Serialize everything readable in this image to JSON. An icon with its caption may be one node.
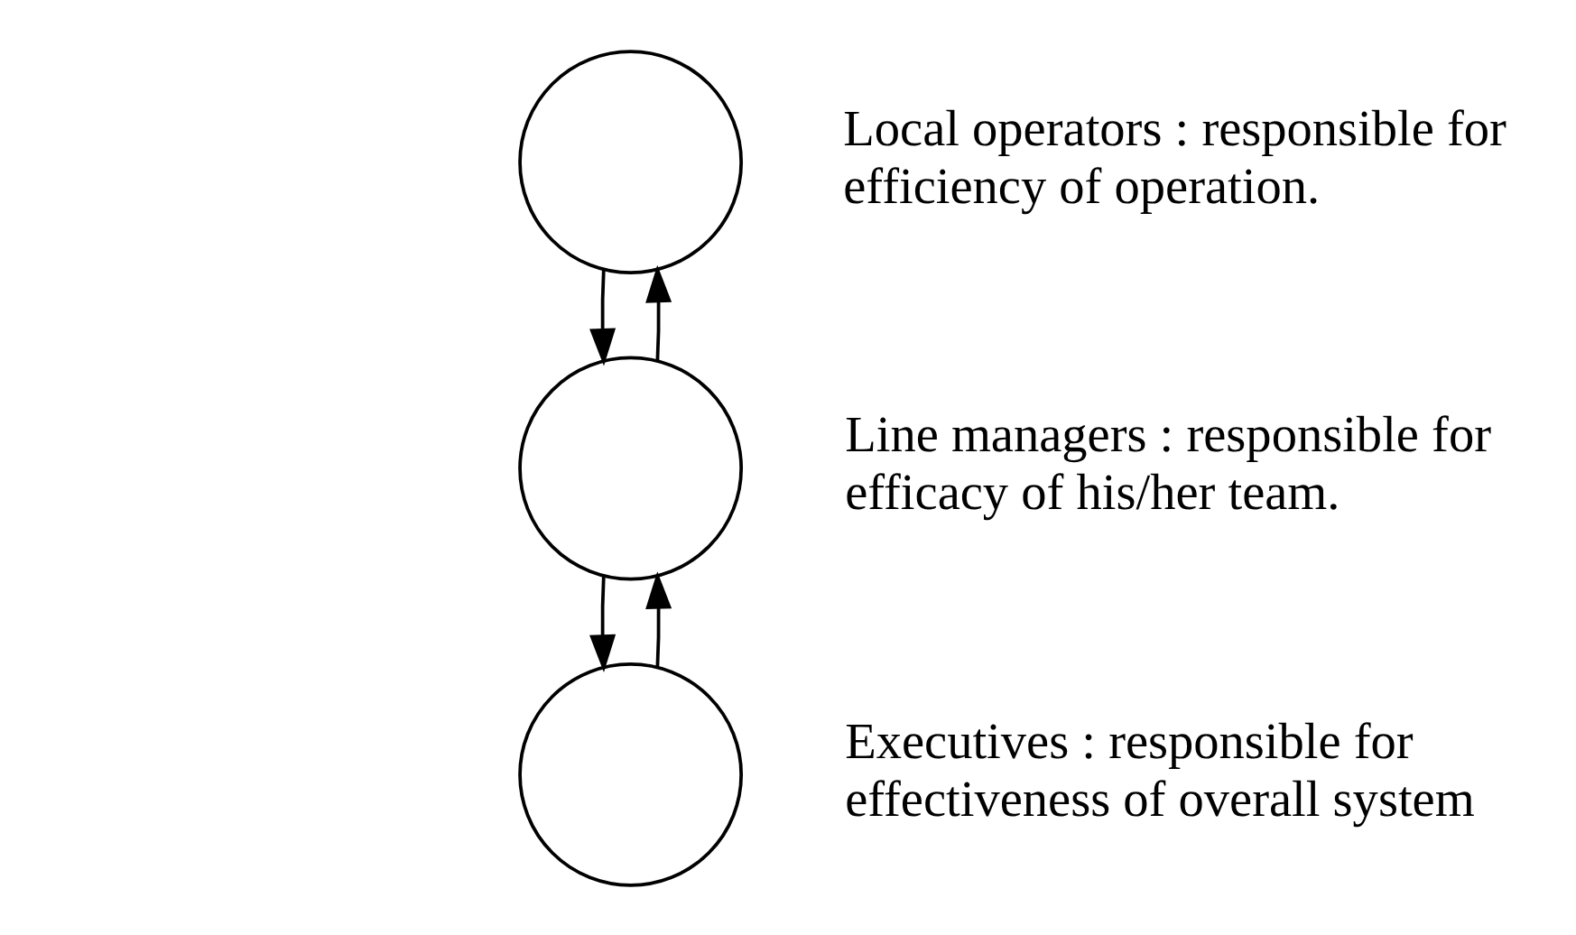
{
  "diagram": {
    "nodes": [
      {
        "text": [],
        "shape": "circle",
        "beside": [
          "Local operators : responsible for efficiency of operation."
        ]
      },
      {
        "text": [],
        "shape": "circle",
        "beside": [
          "Line managers : responsible for efficacy of his/her team."
        ]
      },
      {
        "text": [],
        "shape": "circle",
        "beside": [
          "Executives : responsible for effectiveness of overall system"
        ]
      }
    ],
    "edges": [
      {
        "from": 0,
        "to": 1,
        "arrow": "to"
      },
      {
        "from": 1,
        "to": 0,
        "arrow": "to"
      },
      {
        "from": 1,
        "to": 2,
        "arrow": "to"
      },
      {
        "from": 2,
        "to": 1,
        "arrow": "to"
      }
    ]
  }
}
